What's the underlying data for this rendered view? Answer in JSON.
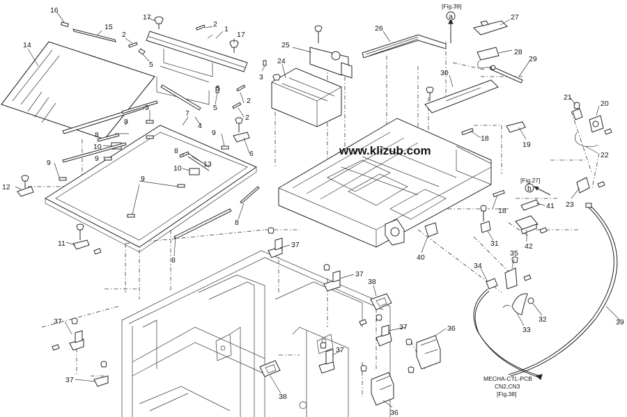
{
  "watermark": "www.klizub.com",
  "references": {
    "fig39": "[Fig.39]",
    "marker_a": "a",
    "fig27": "[Fig.27]",
    "marker_b": "b",
    "connector_line1": "MECHA-CTL-PCB",
    "connector_line2": "CN2,CN3",
    "fig38": "[Fig.38]"
  },
  "callouts": [
    {
      "id": "c16",
      "text": "16"
    },
    {
      "id": "c15",
      "text": "15"
    },
    {
      "id": "c14",
      "text": "14"
    },
    {
      "id": "c17a",
      "text": "17"
    },
    {
      "id": "c2a",
      "text": "2"
    },
    {
      "id": "c1",
      "text": "1"
    },
    {
      "id": "c2b",
      "text": "2"
    },
    {
      "id": "c5a",
      "text": "5"
    },
    {
      "id": "c17b",
      "text": "17"
    },
    {
      "id": "c5b",
      "text": "5"
    },
    {
      "id": "c3",
      "text": "3"
    },
    {
      "id": "c2c",
      "text": "2"
    },
    {
      "id": "c5c",
      "text": "5"
    },
    {
      "id": "c2d",
      "text": "2"
    },
    {
      "id": "c24",
      "text": "24"
    },
    {
      "id": "c25",
      "text": "25"
    },
    {
      "id": "c26",
      "text": "26"
    },
    {
      "id": "c27",
      "text": "27"
    },
    {
      "id": "c28",
      "text": "28"
    },
    {
      "id": "c29",
      "text": "29"
    },
    {
      "id": "c30",
      "text": "30"
    },
    {
      "id": "c8a",
      "text": "8"
    },
    {
      "id": "c9a",
      "text": "9"
    },
    {
      "id": "c7",
      "text": "7"
    },
    {
      "id": "c4",
      "text": "4"
    },
    {
      "id": "c8b",
      "text": "8"
    },
    {
      "id": "c10a",
      "text": "10"
    },
    {
      "id": "c9b",
      "text": "9"
    },
    {
      "id": "c9c",
      "text": "9"
    },
    {
      "id": "c6",
      "text": "6"
    },
    {
      "id": "c8c",
      "text": "8"
    },
    {
      "id": "c10b",
      "text": "10"
    },
    {
      "id": "c13",
      "text": "13"
    },
    {
      "id": "c9d",
      "text": "9"
    },
    {
      "id": "c9e",
      "text": "9"
    },
    {
      "id": "c12",
      "text": "12"
    },
    {
      "id": "c8d",
      "text": "8"
    },
    {
      "id": "c11",
      "text": "11"
    },
    {
      "id": "c8e",
      "text": "8"
    },
    {
      "id": "c18a",
      "text": "18"
    },
    {
      "id": "c19",
      "text": "19"
    },
    {
      "id": "c21",
      "text": "21"
    },
    {
      "id": "c20",
      "text": "20"
    },
    {
      "id": "c22",
      "text": "22"
    },
    {
      "id": "c23",
      "text": "23"
    },
    {
      "id": "c18b",
      "text": "18"
    },
    {
      "id": "c41",
      "text": "41"
    },
    {
      "id": "c42",
      "text": "42"
    },
    {
      "id": "c31",
      "text": "31"
    },
    {
      "id": "c40",
      "text": "40"
    },
    {
      "id": "c37a",
      "text": "37"
    },
    {
      "id": "c37b",
      "text": "37"
    },
    {
      "id": "c38a",
      "text": "38"
    },
    {
      "id": "c35",
      "text": "35"
    },
    {
      "id": "c34",
      "text": "34"
    },
    {
      "id": "c32",
      "text": "32"
    },
    {
      "id": "c33",
      "text": "33"
    },
    {
      "id": "c39",
      "text": "39"
    },
    {
      "id": "c37c",
      "text": "37"
    },
    {
      "id": "c37d",
      "text": "37"
    },
    {
      "id": "c36a",
      "text": "36"
    },
    {
      "id": "c37e",
      "text": "37"
    },
    {
      "id": "c38b",
      "text": "38"
    },
    {
      "id": "c37f",
      "text": "37"
    },
    {
      "id": "c36b",
      "text": "36"
    }
  ]
}
